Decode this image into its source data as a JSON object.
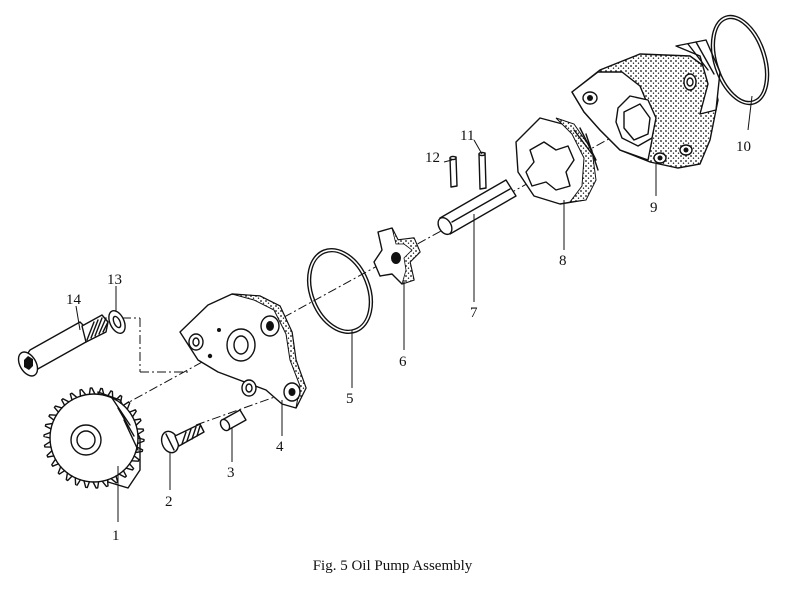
{
  "diagram": {
    "caption": "Fig. 5 Oil Pump Assembly",
    "callouts": [
      {
        "id": "1",
        "label": "1"
      },
      {
        "id": "2",
        "label": "2"
      },
      {
        "id": "3",
        "label": "3"
      },
      {
        "id": "4",
        "label": "4"
      },
      {
        "id": "5",
        "label": "5"
      },
      {
        "id": "6",
        "label": "6"
      },
      {
        "id": "7",
        "label": "7"
      },
      {
        "id": "8",
        "label": "8"
      },
      {
        "id": "9",
        "label": "9"
      },
      {
        "id": "10",
        "label": "10"
      },
      {
        "id": "11",
        "label": "11"
      },
      {
        "id": "12",
        "label": "12"
      },
      {
        "id": "13",
        "label": "13"
      },
      {
        "id": "14",
        "label": "14"
      }
    ]
  }
}
